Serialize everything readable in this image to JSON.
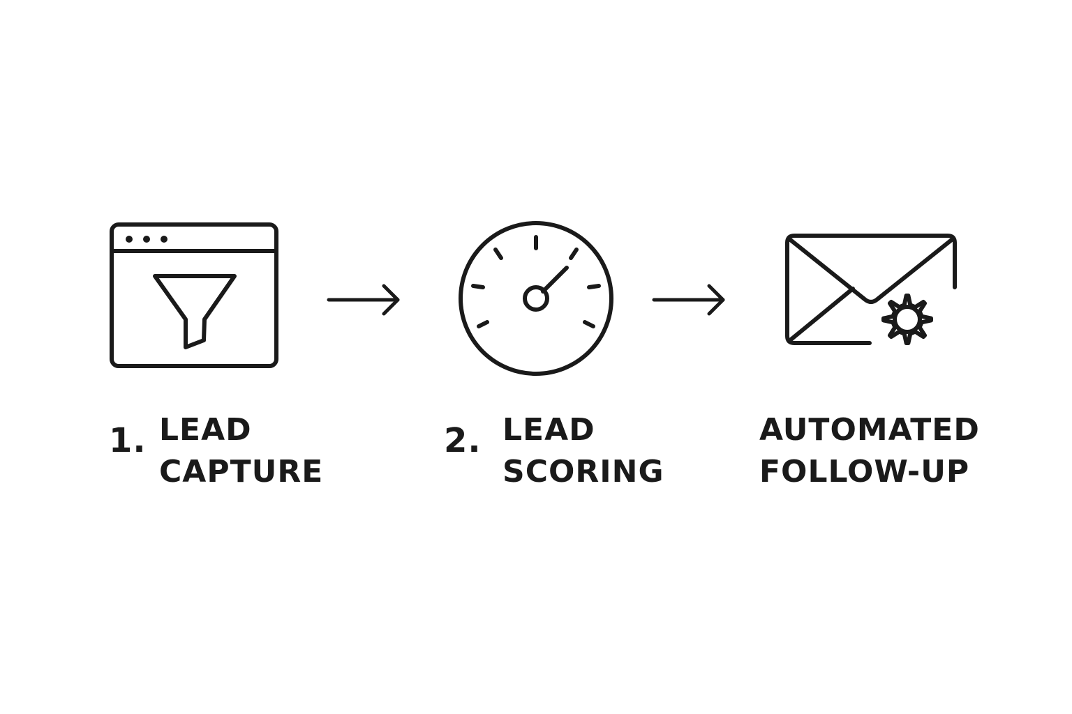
{
  "steps": [
    {
      "number": "1.",
      "label_line1": "LEAD",
      "label_line2": "CAPTURE",
      "icon": "browser-funnel-icon"
    },
    {
      "number": "2.",
      "label_line1": "LEAD",
      "label_line2": "SCORING",
      "icon": "gauge-icon"
    },
    {
      "number": "",
      "label_line1": "AUTOMATED",
      "label_line2": "FOLLOW-UP",
      "icon": "envelope-gear-icon"
    }
  ],
  "connectors": [
    "arrow-right-icon",
    "arrow-right-icon"
  ],
  "colors": {
    "ink": "#1a1a1a",
    "background": "#ffffff"
  }
}
